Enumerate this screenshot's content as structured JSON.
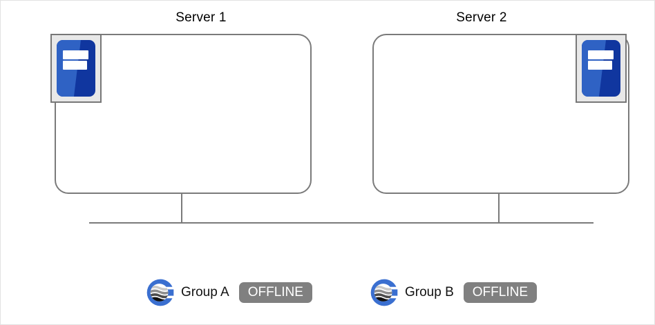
{
  "diagram": {
    "title_color": "#000000",
    "stroke_color": "#7a7a7a",
    "accent_blue": "#2f62c4",
    "accent_blue_dark": "#10369f",
    "status_gray": "#808080"
  },
  "servers": [
    {
      "title": "Server 1",
      "icon_name": "server-node-icon",
      "icon_position": "top-left"
    },
    {
      "title": "Server 2",
      "icon_name": "server-node-icon",
      "icon_position": "top-right"
    }
  ],
  "groups": [
    {
      "logo_name": "group-globe-logo",
      "label": "Group A",
      "status": "OFFLINE"
    },
    {
      "logo_name": "group-globe-logo",
      "label": "Group B",
      "status": "OFFLINE"
    }
  ]
}
